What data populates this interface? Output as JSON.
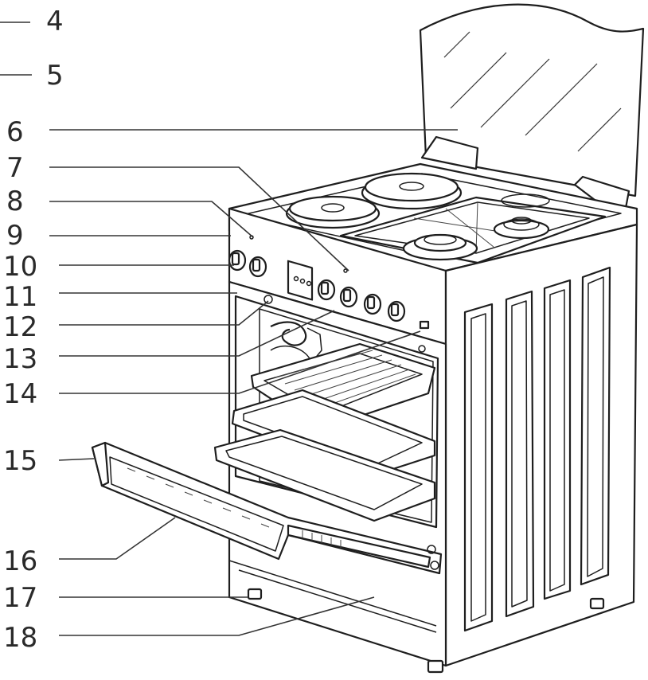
{
  "diagram": {
    "callouts": [
      {
        "id": "c4",
        "number": "4"
      },
      {
        "id": "c5",
        "number": "5"
      },
      {
        "id": "c6",
        "number": "6"
      },
      {
        "id": "c7",
        "number": "7"
      },
      {
        "id": "c8",
        "number": "8"
      },
      {
        "id": "c9",
        "number": "9"
      },
      {
        "id": "c10",
        "number": "10"
      },
      {
        "id": "c11",
        "number": "11"
      },
      {
        "id": "c12",
        "number": "12"
      },
      {
        "id": "c13",
        "number": "13"
      },
      {
        "id": "c14",
        "number": "14"
      },
      {
        "id": "c15",
        "number": "15"
      },
      {
        "id": "c16",
        "number": "16"
      },
      {
        "id": "c17",
        "number": "17"
      },
      {
        "id": "c18",
        "number": "18"
      }
    ],
    "colors": {
      "line": "#1e1e1e",
      "background": "#ffffff",
      "text": "#2a2a2a"
    }
  }
}
